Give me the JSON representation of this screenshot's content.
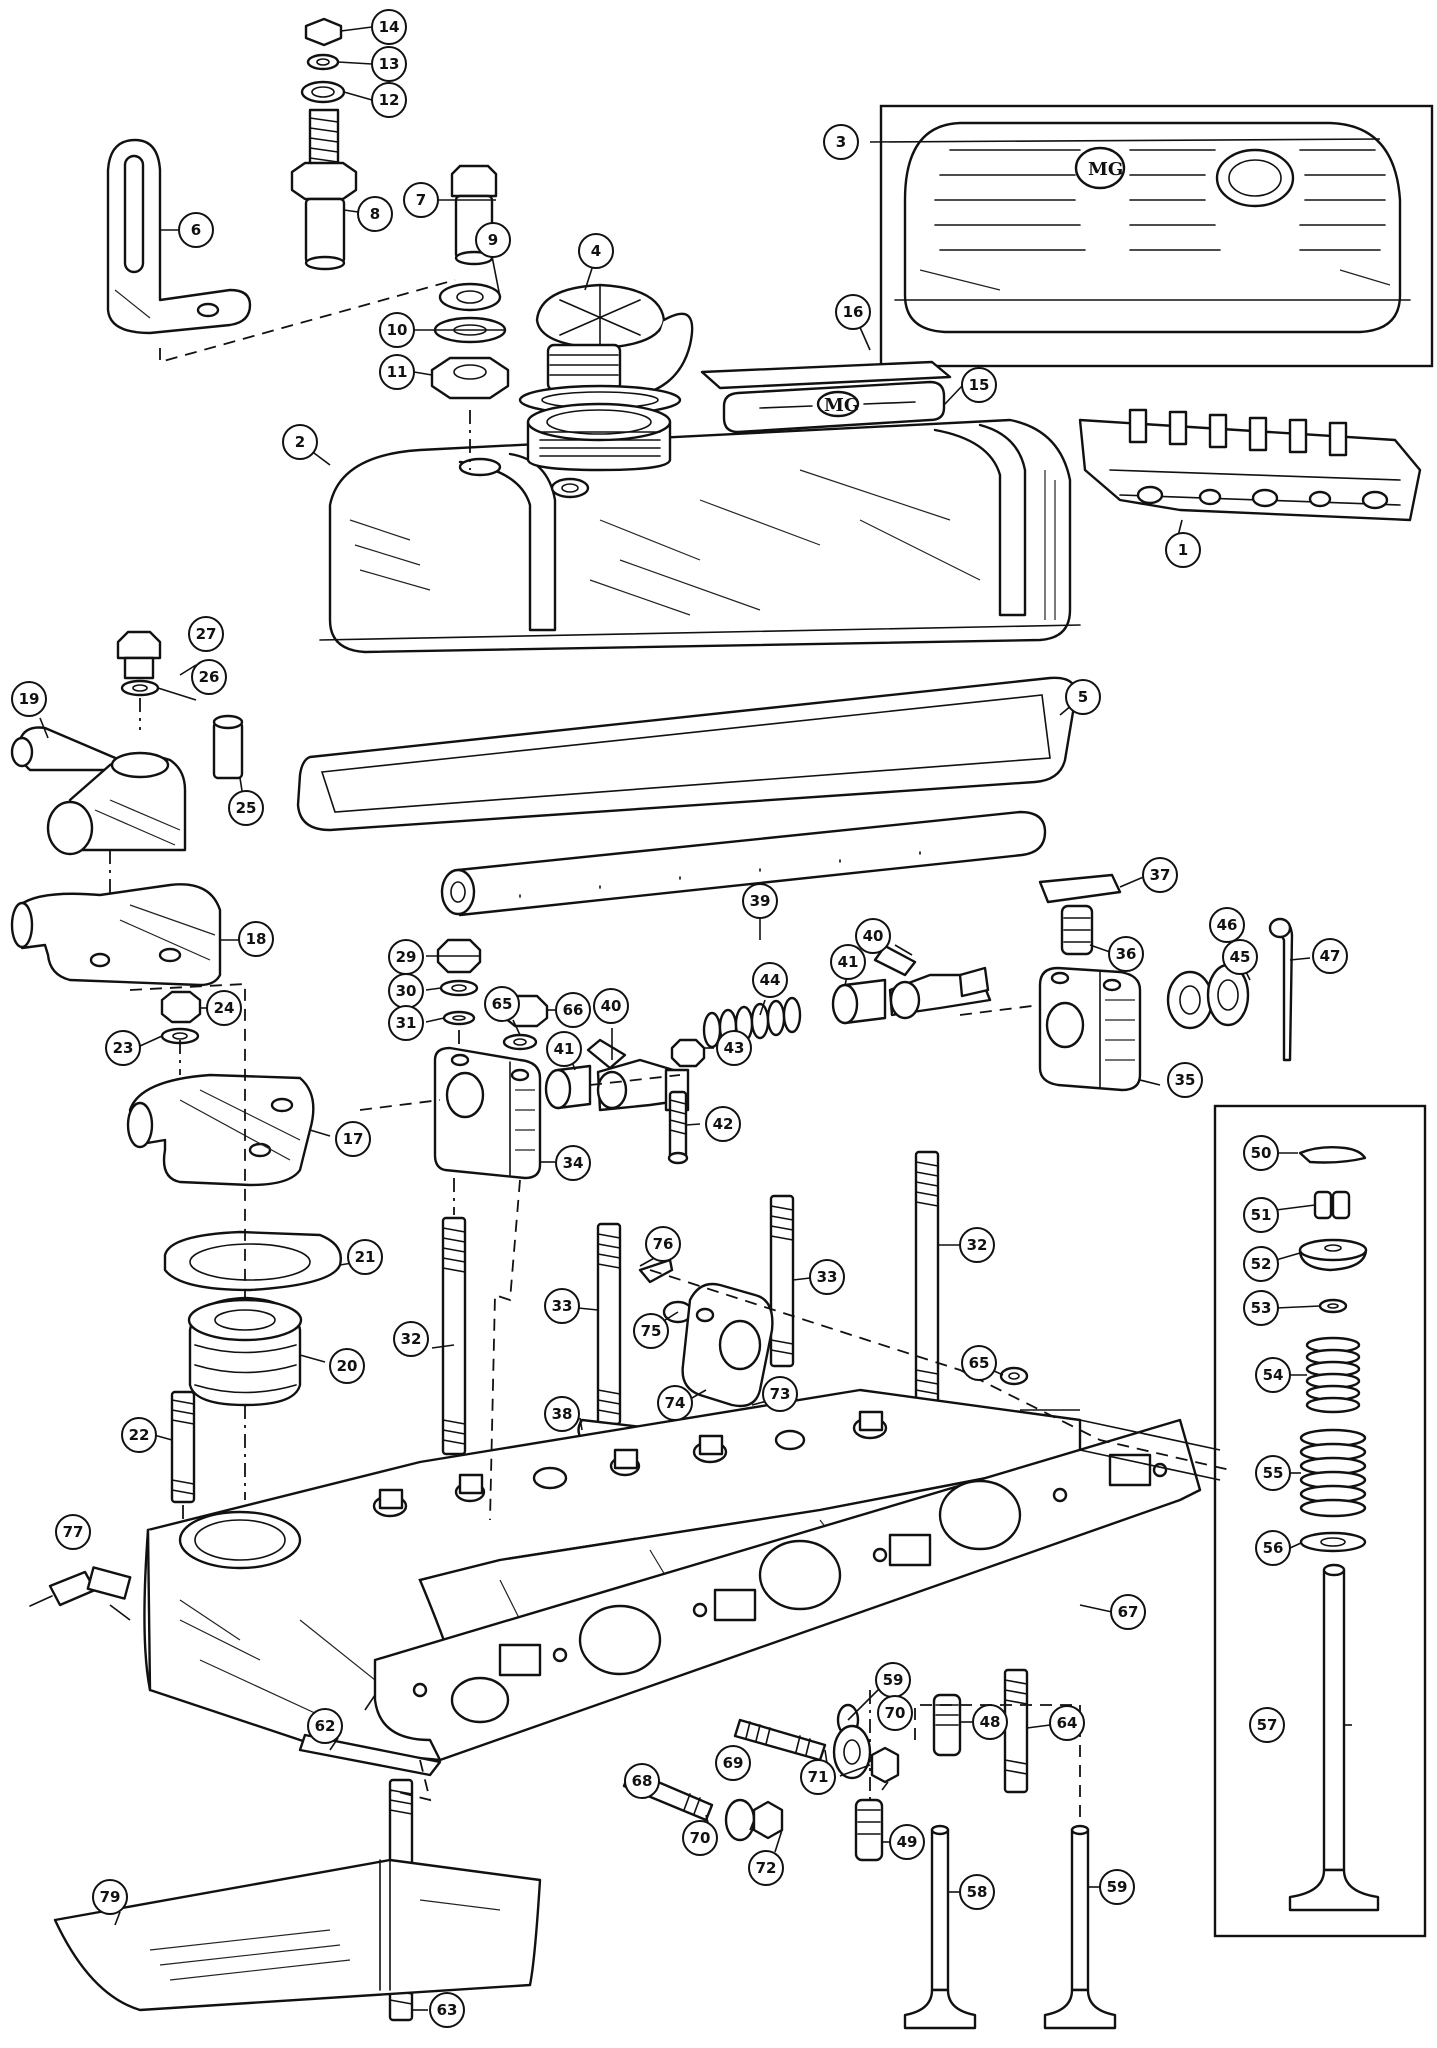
{
  "colors": {
    "ink": "#111111",
    "paper": "#ffffff"
  },
  "logo_text": "MG",
  "callouts": [
    {
      "id": "1",
      "label": "1"
    },
    {
      "id": "2",
      "label": "2"
    },
    {
      "id": "3",
      "label": "3"
    },
    {
      "id": "4",
      "label": "4"
    },
    {
      "id": "5",
      "label": "5"
    },
    {
      "id": "6",
      "label": "6"
    },
    {
      "id": "7",
      "label": "7"
    },
    {
      "id": "8",
      "label": "8"
    },
    {
      "id": "9",
      "label": "9"
    },
    {
      "id": "10",
      "label": "10"
    },
    {
      "id": "11",
      "label": "11"
    },
    {
      "id": "12",
      "label": "12"
    },
    {
      "id": "13",
      "label": "13"
    },
    {
      "id": "14",
      "label": "14"
    },
    {
      "id": "15",
      "label": "15"
    },
    {
      "id": "16",
      "label": "16"
    },
    {
      "id": "17",
      "label": "17"
    },
    {
      "id": "18",
      "label": "18"
    },
    {
      "id": "19",
      "label": "19"
    },
    {
      "id": "20",
      "label": "20"
    },
    {
      "id": "21",
      "label": "21"
    },
    {
      "id": "22",
      "label": "22"
    },
    {
      "id": "23",
      "label": "23"
    },
    {
      "id": "24",
      "label": "24"
    },
    {
      "id": "25",
      "label": "25"
    },
    {
      "id": "26",
      "label": "26"
    },
    {
      "id": "27",
      "label": "27"
    },
    {
      "id": "29",
      "label": "29"
    },
    {
      "id": "30",
      "label": "30"
    },
    {
      "id": "31",
      "label": "31"
    },
    {
      "id": "32a",
      "label": "32"
    },
    {
      "id": "32b",
      "label": "32"
    },
    {
      "id": "33a",
      "label": "33"
    },
    {
      "id": "33b",
      "label": "33"
    },
    {
      "id": "34",
      "label": "34"
    },
    {
      "id": "35",
      "label": "35"
    },
    {
      "id": "36",
      "label": "36"
    },
    {
      "id": "37",
      "label": "37"
    },
    {
      "id": "38",
      "label": "38"
    },
    {
      "id": "39",
      "label": "39"
    },
    {
      "id": "40a",
      "label": "40"
    },
    {
      "id": "40b",
      "label": "40"
    },
    {
      "id": "41a",
      "label": "41"
    },
    {
      "id": "41b",
      "label": "41"
    },
    {
      "id": "42",
      "label": "42"
    },
    {
      "id": "43",
      "label": "43"
    },
    {
      "id": "44",
      "label": "44"
    },
    {
      "id": "45",
      "label": "45"
    },
    {
      "id": "46",
      "label": "46"
    },
    {
      "id": "47",
      "label": "47"
    },
    {
      "id": "48",
      "label": "48"
    },
    {
      "id": "49",
      "label": "49"
    },
    {
      "id": "50",
      "label": "50"
    },
    {
      "id": "51",
      "label": "51"
    },
    {
      "id": "52",
      "label": "52"
    },
    {
      "id": "53",
      "label": "53"
    },
    {
      "id": "54",
      "label": "54"
    },
    {
      "id": "55",
      "label": "55"
    },
    {
      "id": "56",
      "label": "56"
    },
    {
      "id": "57",
      "label": "57"
    },
    {
      "id": "58",
      "label": "58"
    },
    {
      "id": "59a",
      "label": "59"
    },
    {
      "id": "59b",
      "label": "59"
    },
    {
      "id": "62",
      "label": "62"
    },
    {
      "id": "63",
      "label": "63"
    },
    {
      "id": "64",
      "label": "64"
    },
    {
      "id": "65a",
      "label": "65"
    },
    {
      "id": "65b",
      "label": "65"
    },
    {
      "id": "66",
      "label": "66"
    },
    {
      "id": "67",
      "label": "67"
    },
    {
      "id": "68",
      "label": "68"
    },
    {
      "id": "69",
      "label": "69"
    },
    {
      "id": "70a",
      "label": "70"
    },
    {
      "id": "70b",
      "label": "70"
    },
    {
      "id": "71",
      "label": "71"
    },
    {
      "id": "72",
      "label": "72"
    },
    {
      "id": "73",
      "label": "73"
    },
    {
      "id": "74",
      "label": "74"
    },
    {
      "id": "75",
      "label": "75"
    },
    {
      "id": "76",
      "label": "76"
    },
    {
      "id": "77",
      "label": "77"
    },
    {
      "id": "79",
      "label": "79"
    }
  ]
}
